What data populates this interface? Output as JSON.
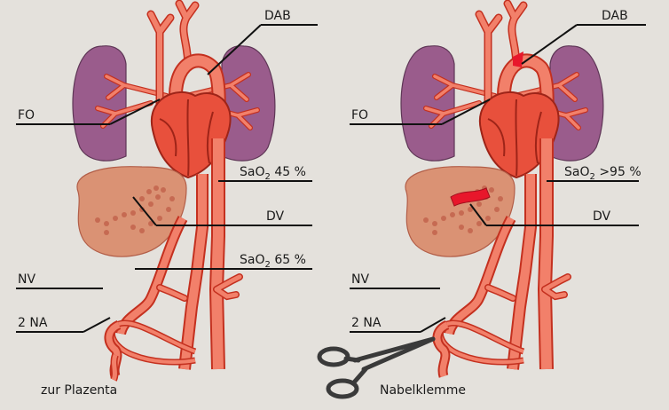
{
  "colors": {
    "background": "#e4e1dc",
    "lung": "#9a5c8c",
    "vessel": "#f2806a",
    "vessel_outline": "#c4301f",
    "heart": "#e8503c",
    "liver": "#d88462",
    "liver_dots": "#c66a52",
    "highlight": "#e8172b",
    "clamp": "#3a3a3a",
    "label_line": "#111111"
  },
  "left_panel": {
    "labels": {
      "dab": "DAB",
      "fo": "FO",
      "sao2_upper_prefix": "SaO",
      "sao2_upper_sub": "2",
      "sao2_upper_value": " 45 %",
      "dv": "DV",
      "sao2_lower_prefix": "SaO",
      "sao2_lower_sub": "2",
      "sao2_lower_value": " 65 %",
      "nv": "NV",
      "na": "2 NA",
      "caption": "zur Plazenta"
    }
  },
  "right_panel": {
    "labels": {
      "dab": "DAB",
      "fo": "FO",
      "sao2_prefix": "SaO",
      "sao2_sub": "2",
      "sao2_value": " >95 %",
      "dv": "DV",
      "nv": "NV",
      "na": "2 NA",
      "caption": "Nabelklemme"
    }
  }
}
